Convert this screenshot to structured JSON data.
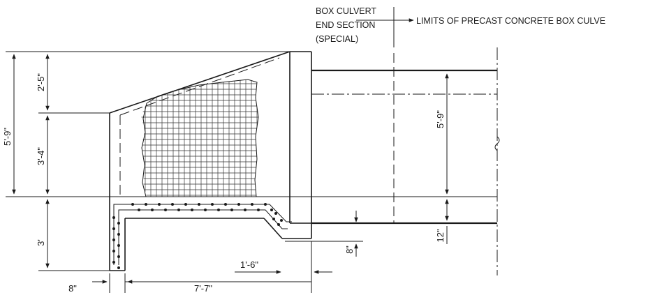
{
  "labels": {
    "box_culvert_line1": "BOX CULVERT",
    "box_culvert_line2": "END SECTION",
    "box_culvert_line3": "(SPECIAL)",
    "limits": "LIMITS OF PRECAST CONCRETE BOX CULVE"
  },
  "dimensions": {
    "overall_height_left": "5'-9\"",
    "upper_slope_height": "2'-5\"",
    "wall_height": "3'-4\"",
    "footing_depth": "3'",
    "wall_thickness": "8\"",
    "slab_length": "7'-7\"",
    "taper_length": "1'-6\"",
    "slab_step": "8\"",
    "culvert_height": "5'-9\"",
    "culvert_slab": "12\""
  }
}
